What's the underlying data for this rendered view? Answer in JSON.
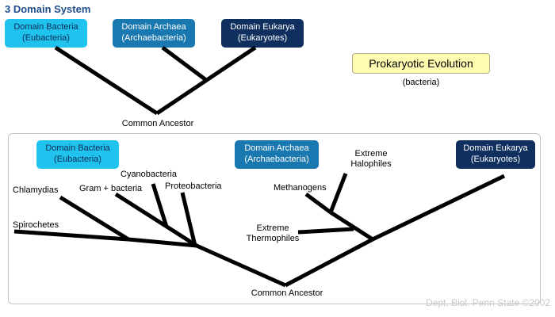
{
  "title": "3 Domain System",
  "top_boxes": {
    "bacteria": {
      "line1": "Domain Bacteria",
      "line2": "(Eubacteria)"
    },
    "archaea": {
      "line1": "Domain Archaea",
      "line2": "(Archaebacteria)"
    },
    "eukarya": {
      "line1": "Domain Eukarya",
      "line2": "(Eukaryotes)"
    }
  },
  "top_tree": {
    "root_label": "Common Ancestor"
  },
  "evolution": {
    "title": "Prokaryotic Evolution",
    "subtitle": "(bacteria)"
  },
  "bottom_boxes": {
    "bacteria": {
      "line1": "Domain Bacteria",
      "line2": "(Eubacteria)"
    },
    "archaea": {
      "line1": "Domain Archaea",
      "line2": "(Archaebacteria)"
    },
    "eukarya": {
      "line1": "Domain Eukarya",
      "line2": "(Eukaryotes)"
    }
  },
  "bottom_tree": {
    "chlamydias": "Chlamydias",
    "gram_plus": "Gram + bacteria",
    "cyanobacteria": "Cyanobacteria",
    "proteobacteria": "Proteobacteria",
    "spirochetes": "Spirochetes",
    "methanogens": "Methanogens",
    "extreme_halophiles": {
      "line1": "Extreme",
      "line2": "Halophiles"
    },
    "extreme_thermophiles": {
      "line1": "Extreme",
      "line2": "Thermophiles"
    },
    "root_label": "Common Ancestor"
  },
  "credit": "Dept. Biol. Penn State ©2002",
  "colors": {
    "bacteria": "#1fc3ee",
    "archaea": "#1a78b0",
    "eukarya": "#0f2f5e",
    "evolution_bg": "#fffbb0"
  }
}
